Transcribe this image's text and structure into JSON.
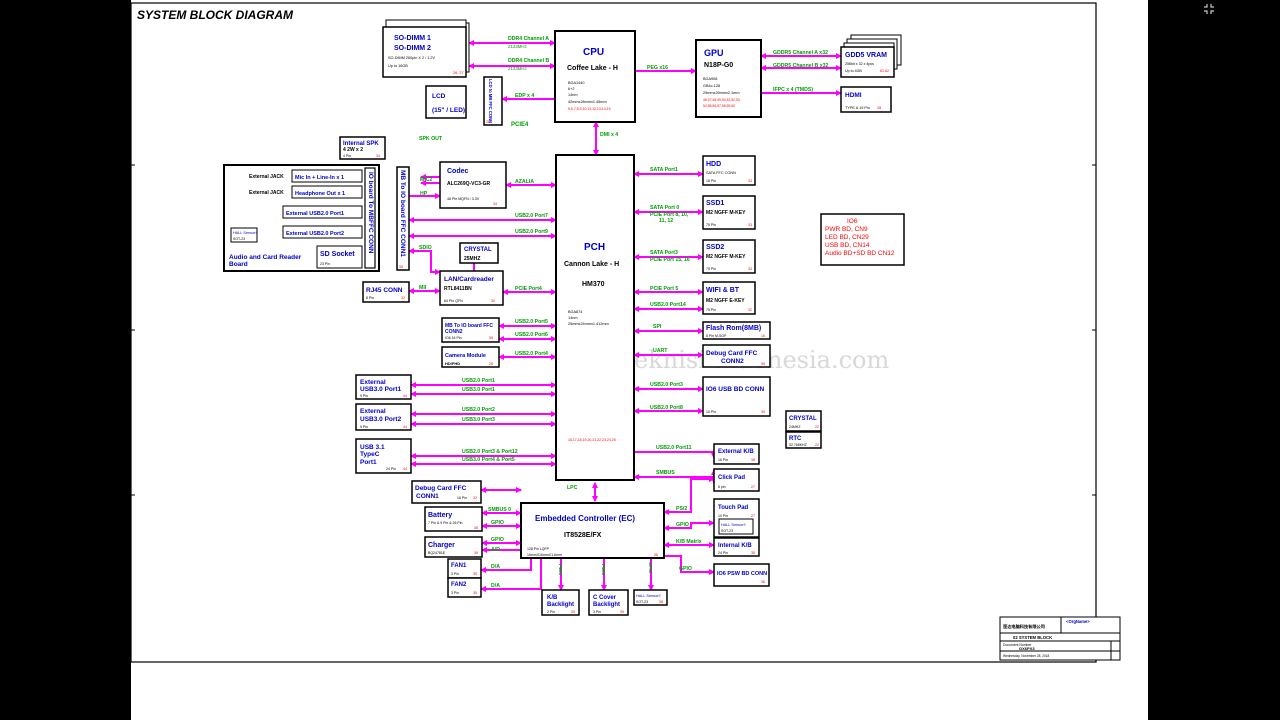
{
  "title": "SYSTEM BLOCK DIAGRAM",
  "watermark": "www.teknisi-indonesia.com",
  "blocks": {
    "sodimm": {
      "line1": "SO-DIMM 1",
      "line2": "SO-DIMM 2",
      "spec": "SO-DIMM 260pin X 2 / 1.2V",
      "cap": "Up to 16GB",
      "pages": "26, 27"
    },
    "cpu": {
      "title": "CPU",
      "sub": "Coffee Lake - H",
      "pkg": "BGA1440",
      "cores": "6+2",
      "node": "14nm",
      "size": "42mmx28mmx1.45mm",
      "pages": "5,6,7,8,9,10,11,12,13,14,15"
    },
    "gpu": {
      "title": "GPU",
      "sub": "N18P-G0",
      "pkg": "BGA908",
      "mem": "GB4c-128",
      "size": "29mmx29mmx2.1mm",
      "pages1": "46,47,48,49,50,51,52,53,",
      "pages2": "54,55,56,57,58,59,60"
    },
    "vram": {
      "title": "GDD5 VRAM",
      "spec": "256bit x 32 x 4pcs",
      "cap": "Up to 4GB",
      "pages": "61,62"
    },
    "hdmi": {
      "title": "HDMI",
      "sub": "TYPE A 19 Pin",
      "page": "28"
    },
    "lcd": {
      "title": "LCD",
      "sub": "(15\" / LED)"
    },
    "lcdconn": {
      "label": "LCD to MB FFC CONN",
      "page": "28"
    },
    "intspk": {
      "title": "Internal SPK",
      "spec": "4    2W x 2",
      "pin": "4 Pin",
      "page": "34"
    },
    "codec": {
      "title": "Codec",
      "chip": "ALC269Q-VC3-GR",
      "pkg": "48 Pin MQFN / 3.3V",
      "page": "34"
    },
    "ioboard": {
      "label": "IO board To MBFFC CONN",
      "jack1": "External JACK",
      "jack2": "External JACK",
      "micin": "Mic In + Line-In x 1",
      "hpout": "Headphone Out x 1",
      "usb1": "External USB2.0 Port1",
      "usb2": "External USB2.0 Port2",
      "hall": "HALL Sensor!!",
      "hallpkg": "SOT-23",
      "sdsocket": "SD Socket",
      "sdpin": "23 Pin",
      "boardname1": "Audio and Card Reader",
      "boardname2": "Board"
    },
    "mbio": {
      "label": "MB To IO board FFC CONN1",
      "page": "35"
    },
    "crystal1": {
      "title": "CRYSTAL",
      "sub": "25MHZ"
    },
    "lan": {
      "title": "LAN/Cardreader",
      "chip": "RTL8411BN",
      "pkg": "64 Pin QFN",
      "page": "30"
    },
    "rj45": {
      "title": "RJ45 CONN",
      "pin": "8 Pin",
      "page": "32"
    },
    "mbio2": {
      "title": "MB To IO board FFC",
      "sub": "CONN2",
      "pin": "IO6 16 Pin",
      "page": "35"
    },
    "camera": {
      "title": "Camera Module",
      "sub": "HD/FHD",
      "page": "28"
    },
    "pch": {
      "title": "PCH",
      "sub": "Cannon Lake - H",
      "chip": "HM370",
      "pkg": "BGA874",
      "node": "14nm",
      "size": "25mmx24mmx1.412mm",
      "pages": "16,17,18,19,20,21,22,23,24,25"
    },
    "hdd": {
      "title": "HDD",
      "sub": "SATA FFC CONN",
      "pin": "18 Pin",
      "page": "33"
    },
    "ssd1": {
      "title": "SSD1",
      "sub": "M2 NGFF M-KEY",
      "pin": "75 Pin",
      "page": "33"
    },
    "ssd2": {
      "title": "SSD2",
      "sub": "M2 NGFF M-KEY",
      "pin": "75 Pin",
      "page": "33"
    },
    "wifi": {
      "title": "WIFI & BT",
      "sub": "M2 NGFF E-KEY",
      "pin": "75 Pin",
      "page": "32"
    },
    "flash": {
      "title": "Flash Rom(8MB)",
      "sub": "8 Pin M-SOP",
      "page": "16"
    },
    "debug2": {
      "title": "Debug Card FFC",
      "sub": "CONN2",
      "page": "35"
    },
    "io6usb": {
      "title": "IO6 USB BD CONN",
      "pin": "10 Pin",
      "page": "39"
    },
    "crystal2": {
      "title": "CRYSTAL",
      "sub": "24MHZ",
      "page": "22"
    },
    "rtc": {
      "title": "RTC",
      "sub": "32.768KHZ",
      "page": "22"
    },
    "usb30p1": {
      "line1": "External",
      "line2": "USB3.0 Port1",
      "pin": "9 Pin",
      "page": "44"
    },
    "usb30p2": {
      "line1": "External",
      "line2": "USB3.0 Port2",
      "pin": "9 Pin",
      "page": "44"
    },
    "typec": {
      "line1": "USB 3.1",
      "line2": "TypeC",
      "line3": "Port1",
      "pin": "24 Pin",
      "page": "44"
    },
    "debug1": {
      "title": "Debug Card FFC",
      "sub": "CONN1",
      "pin": "16 Pin",
      "page": "32"
    },
    "extkb": {
      "title": "External K/B",
      "pin": "16 Pin",
      "page": "38"
    },
    "clickpad": {
      "title": "Click Pad",
      "pin": "6 pin",
      "page": "27"
    },
    "touchpad": {
      "title": "Touch Pad",
      "pin": "10 Pin",
      "page": "27",
      "hall": "HALL Sensor!!",
      "hallpkg": "SOT-23"
    },
    "intkb": {
      "title": "Internal K/B",
      "pin": "24 Pin",
      "page": "38"
    },
    "io6psw": {
      "title": "IO6 PSW BD CONN",
      "page": "38"
    },
    "ec": {
      "title": "Embedded Controller (EC)",
      "chip": "IT8528E/FX",
      "pkg": "128 Pin LQFP",
      "size": "16mmX16mmX1.6mm",
      "page": "36"
    },
    "battery": {
      "title": "Battery",
      "pin": "7 Pin & 9 Pin & 26 Pin",
      "page": "38"
    },
    "charger": {
      "title": "Charger",
      "chip": "BQ24781E",
      "page": "39"
    },
    "fan1": {
      "title": "FAN1",
      "pin": "3 Pin",
      "page": "35"
    },
    "fan2": {
      "title": "FAN2",
      "pin": "3 Pin",
      "page": "35"
    },
    "kbbl": {
      "line1": "K/B",
      "line2": "Backlight",
      "pin": "2 Pin",
      "page": "39"
    },
    "ccover": {
      "line1": "C Cover",
      "line2": "Backlight",
      "pin": "3 Pin",
      "page": "39"
    },
    "hall2": {
      "title": "HALL Sensor!!",
      "pkg": "SOT-23",
      "page": "38"
    }
  },
  "signals": {
    "ddr_a": "DDR4 Channel A",
    "ddr_a_f": "2133MHz",
    "ddr_b": "DDR4 Channel B",
    "ddr_b_f": "2133MHz",
    "peg": "PEG x16",
    "gddr_a": "GDDR5 Channel A x32",
    "gddr_b": "GDDR5 Channel B x32",
    "ifpc": "IFPC x 4 (TMDS)",
    "edp": "EDP x 4",
    "pcie4": "PCIE4",
    "dmi": "DMI x 4",
    "spkout": "SPK OUT",
    "mic2": "MIC2",
    "hp": "HP",
    "azalia": "AZALIA",
    "usb27": "USB2.0 Port7",
    "usb29": "USB2.0 Port9",
    "sdio": "SDIO",
    "mii": "MII",
    "pcie_port4": "PCIE Port4",
    "usb25": "USB2.0 Port5",
    "usb26": "USB2.0 Port6",
    "usb24": "USB2.0 Port4",
    "usb21": "USB2.0 Port1",
    "usb31": "USB3.0 Port1",
    "usb22": "USB2.0 Port2",
    "usb33": "USB3.0 Port3",
    "usb212": "USB2.0 Port3 & Port12",
    "usb34": "USB3.0 Port4 & Port5",
    "sata1": "SATA Port1",
    "sata0": "SATA Port 0",
    "pcie8": "PCIE Port 8, 10,",
    "pcie8b": "11, 12",
    "sata3": "SATA Port3",
    "pcie15": "PCIE Port 15, 16",
    "pcie5": "PCIE Port 5",
    "usb214": "USB2.0 Port14",
    "spi": "SPI",
    "uart": "UART",
    "usb23": "USB2.0 Port3",
    "usb28": "USB2.0 Port8",
    "usb211": "USB2.0 Port11",
    "smbus": "SMBUS",
    "lpc": "LPC",
    "smbus0": "SMBUS 0",
    "gpio": "GPIO",
    "ad": "A/D",
    "da": "D/A",
    "ps2": "PS/2",
    "kbmatrix": "K/B Matrix",
    "pwm": "PWM"
  },
  "note": {
    "l1": "IO6",
    "l2": "PWR BD, CN9",
    "l3": "LED BD, CN29",
    "l4": "USB BD, CN14",
    "l5": "Audio BD+SD BD CN12"
  },
  "titleblock": {
    "company": "昆达电脑科技有限公司",
    "orgname": "<OrgName>",
    "sheet": "02 SYSTEM BLOCK",
    "docnum": "Document Number",
    "model": "GX6PX3",
    "date": "Wednesday, November 28, 2018"
  },
  "colors": {
    "bus": "#ff00ff",
    "label_green": "#00a000",
    "title_blue": "#0000cc",
    "page_red": "#ff0000"
  },
  "fullscreen_icon": "fullscreen-icon"
}
